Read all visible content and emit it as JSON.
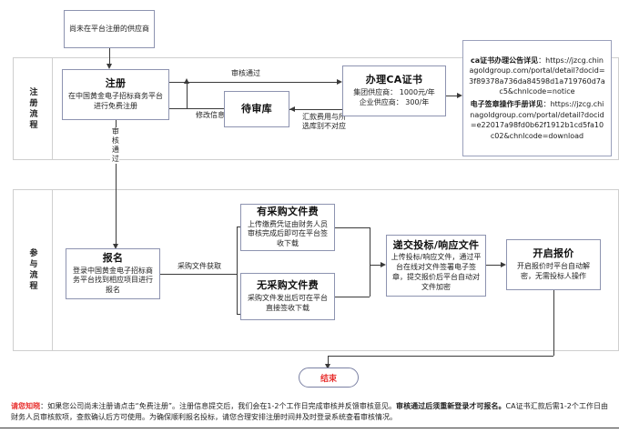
{
  "diagram": {
    "lanes": [
      {
        "label": "注册流程"
      },
      {
        "label": "参与流程"
      }
    ],
    "nodes": {
      "start": {
        "title": "尚未在平台注册的供应商"
      },
      "register": {
        "title": "注册",
        "subtitle": "在中国黄金电子招标商务平台进行免费注册"
      },
      "pending": {
        "title": "待审库"
      },
      "ca": {
        "title": "办理CA证书",
        "line1": "集团供应商： 1000元/年",
        "line2": "企业供应商：  300/年"
      },
      "apply": {
        "title": "报名",
        "subtitle": "登录中国黄金电子招标商务平台找到相应项目进行报名"
      },
      "withfee": {
        "title": "有采购文件费",
        "subtitle": "上传缴费凭证由财务人员审核完成后即可在平台签收下载"
      },
      "nofee": {
        "title": "无采购文件费",
        "subtitle": "采购文件发出后可在平台直接签收下载"
      },
      "submit": {
        "title": "递交投标/响应文件",
        "subtitle": "上传投标/响应文件，通过平台在线对文件签署电子签章，提交报价后平台自动对文件加密"
      },
      "openbid": {
        "title": "开启报价",
        "subtitle": "开启报价时平台自动解密，无需投标人操作"
      },
      "end": {
        "title": "结束"
      }
    },
    "note": {
      "ca_notice_label": "ca证书办理公告详见",
      "ca_notice_url": "https://jzcg.chinagoldgroup.com/portal/detail?docid=3f89378a736da84598d1a719760d7ac5&chnlcode=notice",
      "seal_manual_label": "电子签章操作手册详见",
      "seal_manual_url": "https://jzcg.chinagoldgroup.com/portal/detail?docid=e22017a98fd0b62f1912b1cd5fa10c02&chnlcode=download"
    },
    "edge_labels": {
      "approved": "审核通过",
      "modify": "修改信息",
      "mismatch": "汇款费用与所选库别不对应",
      "approved_vertical": "审核通过",
      "doc_acquire": "采购文件获取"
    },
    "footer": {
      "highlight": "请您知晓",
      "text_part1": "：如果您公司尚未注册请点击“免费注册”。注册信息提交后，我们会在1-2个工作日完成审核并反馈审核意见。",
      "strong1": "审核通过后须重新登录才可报名。",
      "text_part2": "CA证书汇款后需1-2个工作日由财务人员审核款项，查款确认后方可使用。为确保顺利报名投标，请您合理安排注册时间并及时登录系统查看审核情况。"
    },
    "colors": {
      "node_border": "#8d93b0",
      "lane_border": "#cfcfcf",
      "line": "#3a3a3a",
      "accent_red": "#e8312f"
    }
  }
}
